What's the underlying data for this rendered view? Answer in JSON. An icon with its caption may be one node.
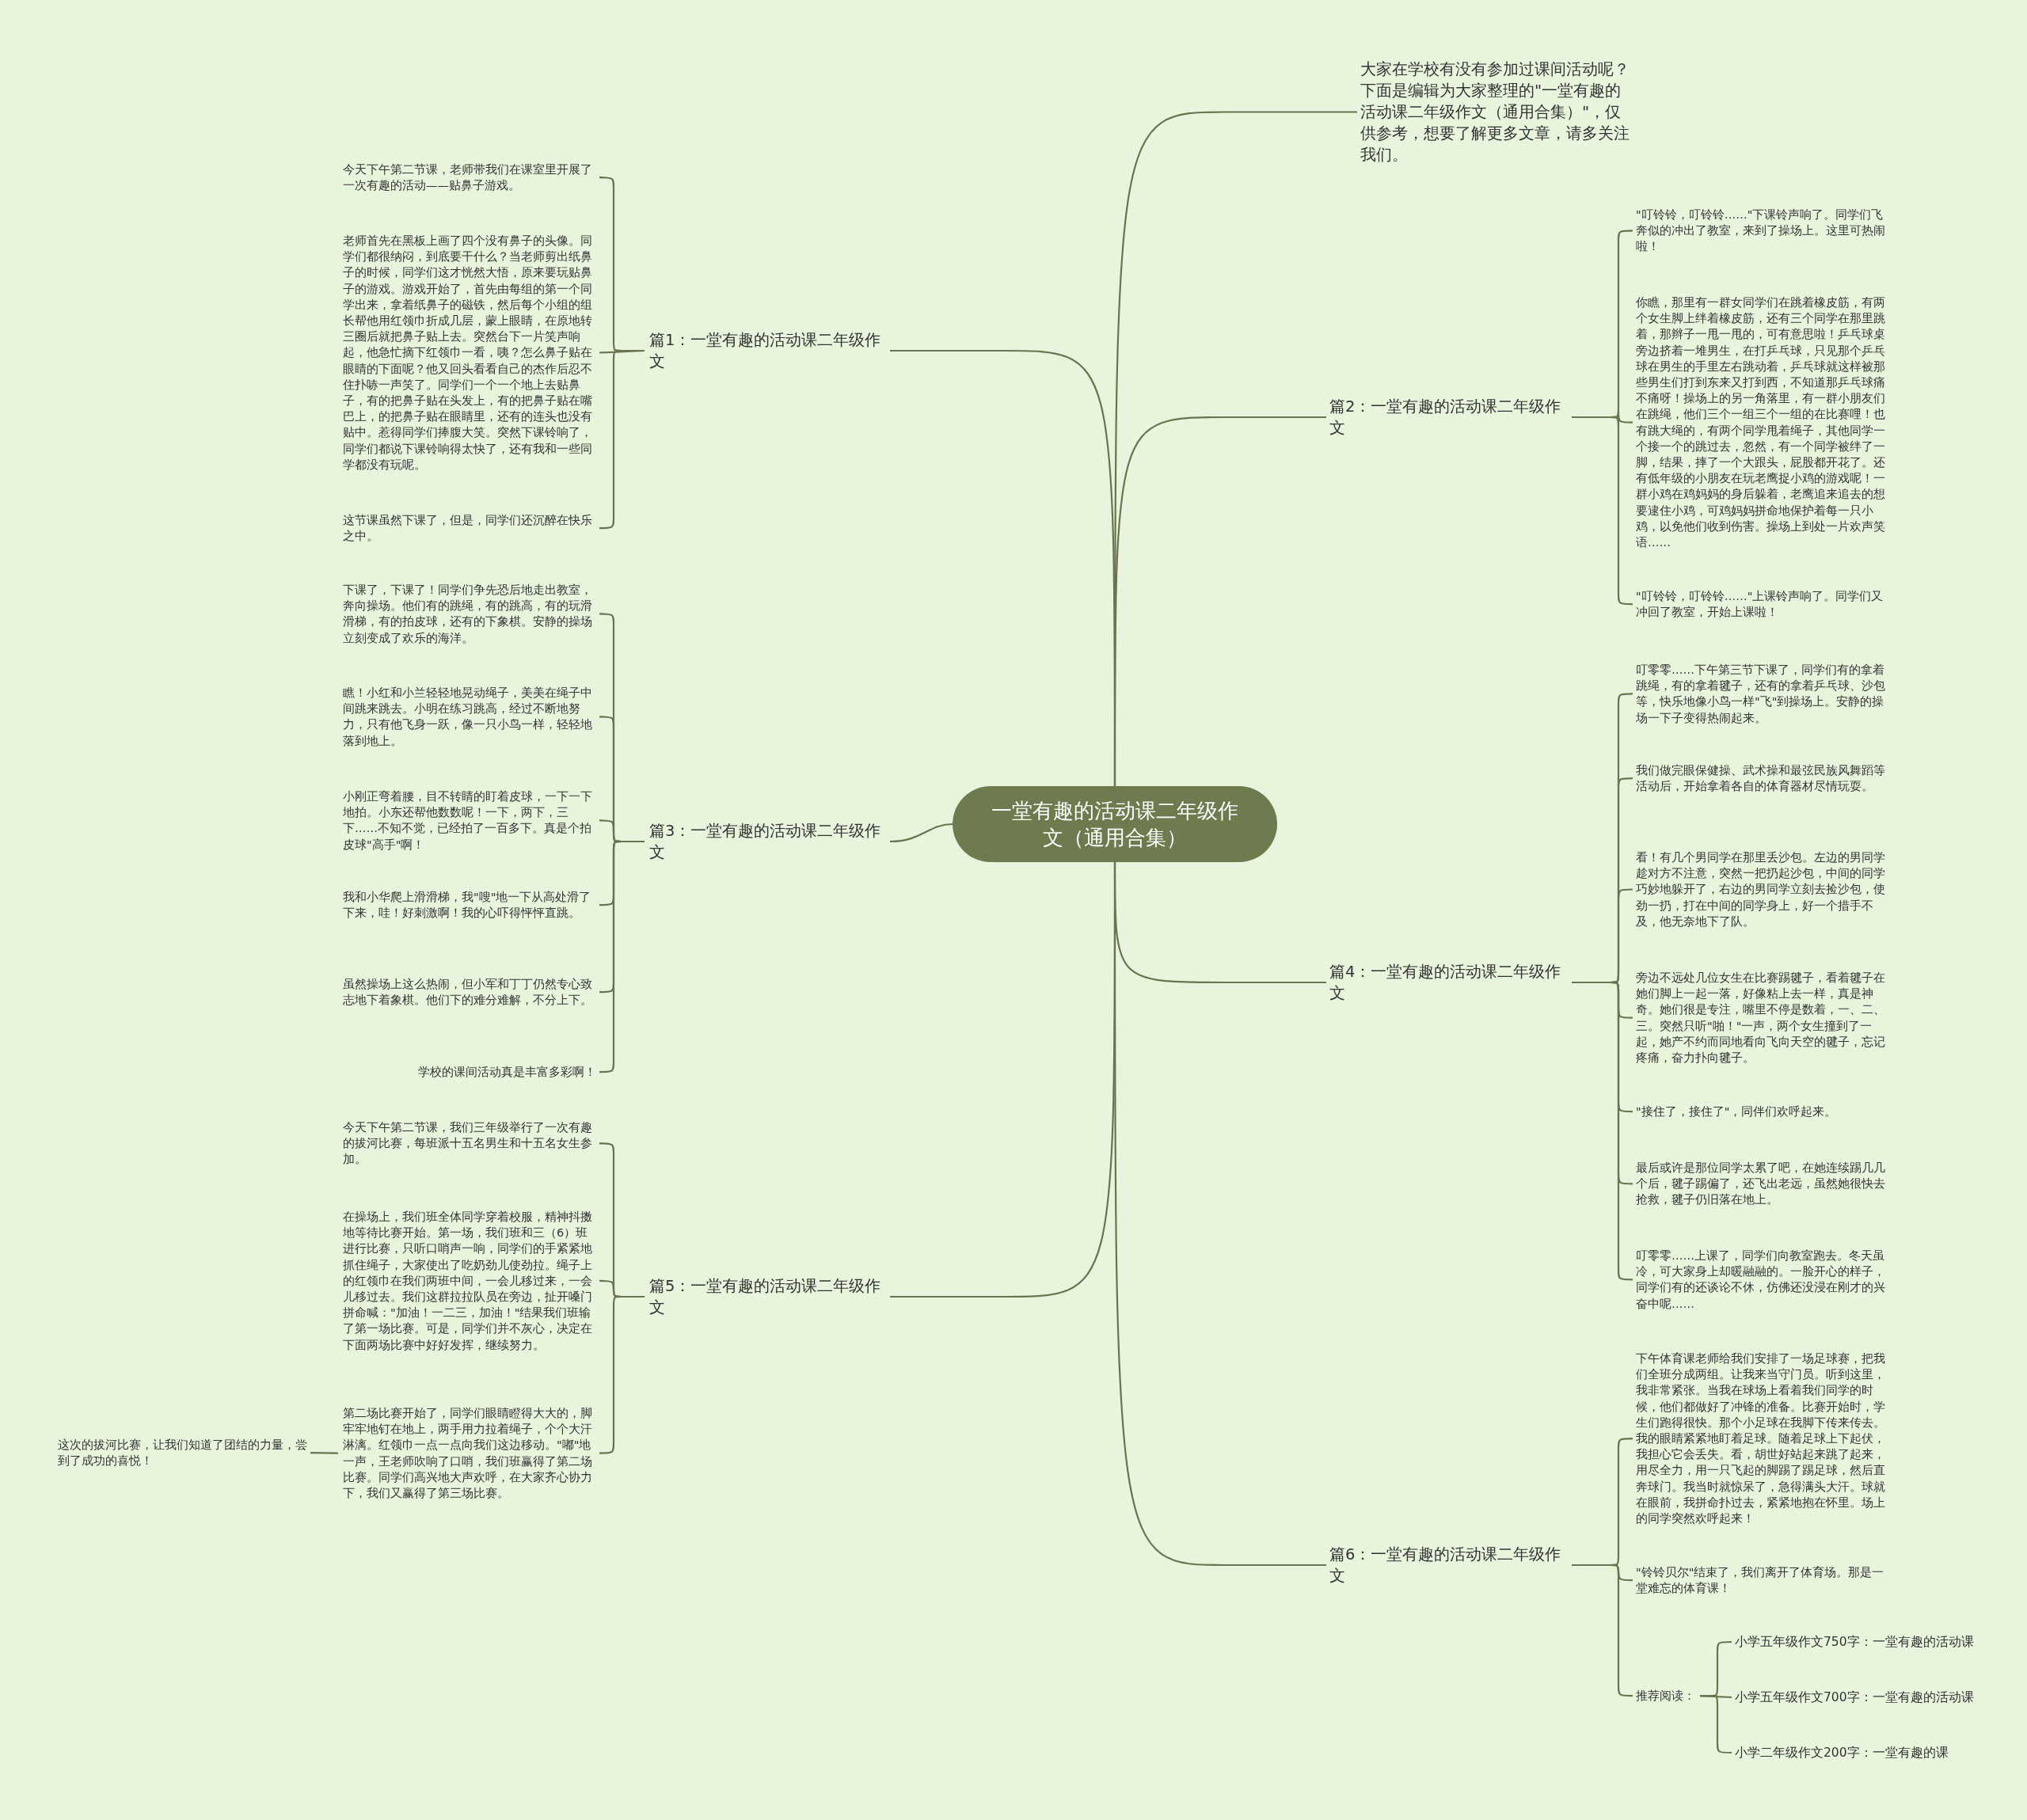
{
  "diagram": {
    "nodes": [
      {
        "text": [
          "一堂有趣的活动课二年级作文（通用合集）"
        ]
      },
      {
        "text": [
          "大家在学校有没有参加过课间活动呢？下面是编辑为大家整理的\"一堂有趣的活动课二年级作文（通用合集）\"，仅供参考，想要了解更多文章，请多关注我们。"
        ]
      },
      {
        "text": [
          "篇2：一堂有趣的活动课二年级作文"
        ]
      },
      {
        "text": [
          "\"叮铃铃，叮铃铃……\"下课铃声响了。同学们飞奔似的冲出了教室，来到了操场上。这里可热闹啦！"
        ]
      },
      {
        "text": [
          "你瞧，那里有一群女同学们在跳着橡皮筋，有两个女生脚上绊着橡皮筋，还有三个同学在那里跳着，那辫子一甩一甩的，可有意思啦！乒乓球桌旁边挤着一堆男生，在打乒乓球，只见那个乒乓球在男生的手里左右跳动着，乒乓球就这样被那些男生们打到东来又打到西，不知道那乒乓球痛不痛呀！操场上的另一角落里，有一群小朋友们在跳绳，他们三个一组三个一组的在比赛哩！也有跳大绳的，有两个同学甩着绳子，其他同学一个接一个的跳过去，忽然，有一个同学被绊了一脚，结果，摔了一个大跟头，屁股都开花了。还有低年级的小朋友在玩老鹰捉小鸡的游戏呢！一群小鸡在鸡妈妈的身后躲着，老鹰追来追去的想要逮住小鸡，可鸡妈妈拼命地保护着每一只小鸡，以免他们收到伤害。操场上到处一片欢声笑语……"
        ]
      },
      {
        "text": [
          "\"叮铃铃，叮铃铃……\"上课铃声响了。同学们又冲回了教室，开始上课啦！"
        ]
      },
      {
        "text": [
          "篇4：一堂有趣的活动课二年级作文"
        ]
      },
      {
        "text": [
          "叮零零……下午第三节下课了，同学们有的拿着跳绳，有的拿着毽子，还有的拿着乒乓球、沙包等，快乐地像小鸟一样\"飞\"到操场上。安静的操场一下子变得热闹起来。"
        ]
      },
      {
        "text": [
          "我们做完眼保健操、武术操和最弦民族风舞蹈等活动后，开始拿着各自的体育器材尽情玩耍。"
        ]
      },
      {
        "text": [
          "看！有几个男同学在那里丢沙包。左边的男同学趁对方不注意，突然一把扔起沙包，中间的同学巧妙地躲开了，右边的男同学立刻去捡沙包，使劲一扔，打在中间的同学身上，好一个措手不及，他无奈地下了队。"
        ]
      },
      {
        "text": [
          "旁边不远处几位女生在比赛踢毽子，看着毽子在她们脚上一起一落，好像粘上去一样，真是神奇。她们很是专注，嘴里不停是数着，一、二、三。突然只听\"啪！\"一声，两个女生撞到了一起，她产不约而同地看向飞向天空的毽子，忘记疼痛，奋力扑向毽子。"
        ]
      },
      {
        "text": [
          "\"接住了，接住了\"，同伴们欢呼起来。"
        ]
      },
      {
        "text": [
          "最后或许是那位同学太累了吧，在她连续踢几几个后，毽子踢偏了，还飞出老远，虽然她很快去抢救，毽子仍旧落在地上。"
        ]
      },
      {
        "text": [
          "叮零零……上课了，同学们向教室跑去。冬天虽冷，可大家身上却暖融融的。一脸开心的样子，同学们有的还谈论不休，仿佛还没浸在刚才的兴奋中呢……"
        ]
      },
      {
        "text": [
          "篇6：一堂有趣的活动课二年级作文"
        ]
      },
      {
        "text": [
          "下午体育课老师给我们安排了一场足球赛，把我们全班分成两组。让我来当守门员。听到这里，我非常紧张。当我在球场上看着我们同学的时候，他们都做好了冲锋的准备。比赛开始时，学生们跑得很快。那个小足球在我脚下传来传去。我的眼睛紧紧地盯着足球。随着足球上下起伏，我担心它会丢失。看，胡世好站起来跳了起来，用尽全力，用一只飞起的脚踢了踢足球，然后直奔球门。我当时就惊呆了，急得满头大汗。球就在眼前，我拼命扑过去，紧紧地抱在怀里。场上的同学突然欢呼起来！"
        ]
      },
      {
        "text": [
          "\"铃铃贝尔\"结束了，我们离开了体育场。那是一堂难忘的体育课！"
        ]
      },
      {
        "text": [
          "推荐阅读："
        ]
      },
      {
        "text": [
          "小学五年级作文750字：一堂有趣的活动课"
        ]
      },
      {
        "text": [
          "小学五年级作文700字：一堂有趣的活动课"
        ]
      },
      {
        "text": [
          "小学二年级作文200字：一堂有趣的课"
        ]
      },
      {
        "text": [
          "篇1：一堂有趣的活动课二年级作文"
        ]
      },
      {
        "text": [
          "今天下午第二节课，老师带我们在课室里开展了一次有趣的活动——贴鼻子游戏。"
        ]
      },
      {
        "text": [
          "老师首先在黑板上画了四个没有鼻子的头像。同学们都很纳闷，到底要干什么？当老师剪出纸鼻子的时候，同学们这才恍然大悟，原来要玩贴鼻子的游戏。游戏开始了，首先由每组的第一个同学出来，拿着纸鼻子的磁铁，然后每个小组的组长帮他用红领巾折成几层，蒙上眼睛，在原地转三圈后就把鼻子贴上去。突然台下一片笑声响起，他急忙摘下红领巾一看，咦？怎么鼻子贴在眼睛的下面呢？他又回头看看自己的杰作后忍不住扑哧一声笑了。同学们一个一个地上去贴鼻子，有的把鼻子贴在头发上，有的把鼻子贴在嘴巴上，的把鼻子贴在眼睛里，还有的连头也没有贴中。惹得同学们捧腹大笑。突然下课铃响了，同学们都说下课铃响得太快了，还有我和一些同学都没有玩呢。"
        ]
      },
      {
        "text": [
          "这节课虽然下课了，但是，同学们还沉醉在快乐之中。"
        ]
      },
      {
        "text": [
          "篇3：一堂有趣的活动课二年级作文"
        ]
      },
      {
        "text": [
          "下课了，下课了！同学们争先恐后地走出教室，奔向操场。他们有的跳绳，有的跳高，有的玩滑滑梯，有的拍皮球，还有的下象棋。安静的操场立刻变成了欢乐的海洋。"
        ]
      },
      {
        "text": [
          "瞧！小红和小兰轻轻地晃动绳子，美美在绳子中间跳来跳去。小明在练习跳高，经过不断地努力，只有他飞身一跃，像一只小鸟一样，轻轻地落到地上。"
        ]
      },
      {
        "text": [
          "小刚正弯着腰，目不转睛的盯着皮球，一下一下地拍。小东还帮他数数呢！一下，两下，三下……不知不觉，已经拍了一百多下。真是个拍皮球\"高手\"啊！"
        ]
      },
      {
        "text": [
          "我和小华爬上滑滑梯，我\"嗖\"地一下从高处滑了下来，哇！好刺激啊！我的心吓得怦怦直跳。"
        ]
      },
      {
        "text": [
          "虽然操场上这么热闹，但小军和丁丁仍然专心致志地下着象棋。他们下的难分难解，不分上下。"
        ]
      },
      {
        "text": [
          "学校的课间活动真是丰富多彩啊！"
        ]
      },
      {
        "text": [
          "篇5：一堂有趣的活动课二年级作文"
        ]
      },
      {
        "text": [
          "今天下午第二节课，我们三年级举行了一次有趣的拔河比赛，每班派十五名男生和十五名女生参加。"
        ]
      },
      {
        "text": [
          "在操场上，我们班全体同学穿着校服，精神抖擞地等待比赛开始。第一场，我们班和三（6）班进行比赛，只听口哨声一响，同学们的手紧紧地抓住绳子，大家使出了吃奶劲儿使劲拉。绳子上的红领巾在我们两班中间，一会儿移过来，一会儿移过去。我们这群拉拉队员在旁边，扯开嗓门拼命喊：\"加油！一二三，加油！\"结果我们班输了第一场比赛。可是，同学们并不灰心，决定在下面两场比赛中好好发挥，继续努力。"
        ]
      },
      {
        "text": [
          "第二场比赛开始了，同学们眼睛瞪得大大的，脚牢牢地钉在地上，两手用力拉着绳子，个个大汗淋漓。红领巾一点一点向我们这边移动。\"嘟\"地一声，王老师吹响了口哨，我们班赢得了第二场比赛。同学们高兴地大声欢呼，在大家齐心协力下，我们又赢得了第三场比赛。"
        ]
      },
      {
        "text": [
          "这次的拔河比赛，让我们知道了团结的力量，尝到了成功的喜悦！"
        ]
      }
    ],
    "edges": [
      {
        "from": 0,
        "to": 1,
        "arrow": "none"
      },
      {
        "from": 0,
        "to": 2,
        "arrow": "none"
      },
      {
        "from": 2,
        "to": 3,
        "arrow": "none"
      },
      {
        "from": 2,
        "to": 4,
        "arrow": "none"
      },
      {
        "from": 2,
        "to": 5,
        "arrow": "none"
      },
      {
        "from": 0,
        "to": 6,
        "arrow": "none"
      },
      {
        "from": 6,
        "to": 7,
        "arrow": "none"
      },
      {
        "from": 6,
        "to": 8,
        "arrow": "none"
      },
      {
        "from": 6,
        "to": 9,
        "arrow": "none"
      },
      {
        "from": 6,
        "to": 10,
        "arrow": "none"
      },
      {
        "from": 6,
        "to": 11,
        "arrow": "none"
      },
      {
        "from": 6,
        "to": 12,
        "arrow": "none"
      },
      {
        "from": 6,
        "to": 13,
        "arrow": "none"
      },
      {
        "from": 0,
        "to": 14,
        "arrow": "none"
      },
      {
        "from": 14,
        "to": 15,
        "arrow": "none"
      },
      {
        "from": 14,
        "to": 16,
        "arrow": "none"
      },
      {
        "from": 14,
        "to": 17,
        "arrow": "none"
      },
      {
        "from": 17,
        "to": 18,
        "arrow": "none"
      },
      {
        "from": 17,
        "to": 19,
        "arrow": "none"
      },
      {
        "from": 17,
        "to": 20,
        "arrow": "none"
      },
      {
        "from": 0,
        "to": 21,
        "arrow": "none"
      },
      {
        "from": 21,
        "to": 22,
        "arrow": "none"
      },
      {
        "from": 21,
        "to": 23,
        "arrow": "none"
      },
      {
        "from": 21,
        "to": 24,
        "arrow": "none"
      },
      {
        "from": 0,
        "to": 25,
        "arrow": "none"
      },
      {
        "from": 25,
        "to": 26,
        "arrow": "none"
      },
      {
        "from": 25,
        "to": 27,
        "arrow": "none"
      },
      {
        "from": 25,
        "to": 28,
        "arrow": "none"
      },
      {
        "from": 25,
        "to": 29,
        "arrow": "none"
      },
      {
        "from": 25,
        "to": 30,
        "arrow": "none"
      },
      {
        "from": 25,
        "to": 31,
        "arrow": "none"
      },
      {
        "from": 0,
        "to": 32,
        "arrow": "none"
      },
      {
        "from": 32,
        "to": 33,
        "arrow": "none"
      },
      {
        "from": 32,
        "to": 34,
        "arrow": "none"
      },
      {
        "from": 32,
        "to": 35,
        "arrow": "none"
      },
      {
        "from": 35,
        "to": 36,
        "arrow": "none"
      }
    ]
  }
}
